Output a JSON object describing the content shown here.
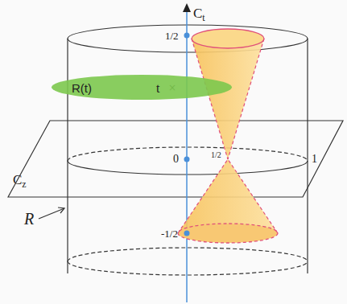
{
  "diagram": {
    "nodes": [
      {
        "text": [
          "R(t)"
        ]
      }
    ],
    "labels": [
      "Ct",
      "1/2",
      "t",
      "0",
      "1/2",
      "1",
      "Cz",
      "R",
      "-1/2"
    ]
  }
}
